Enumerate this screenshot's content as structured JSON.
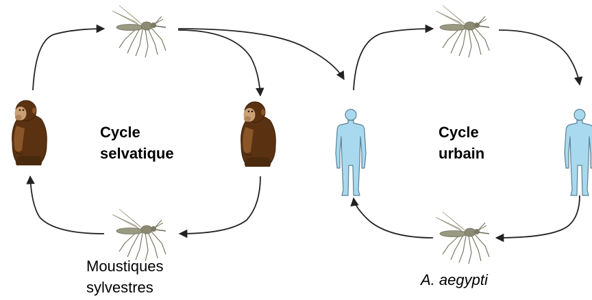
{
  "selvatic": {
    "title_line1": "Cycle",
    "title_line2": "selvatique",
    "caption_line1": "Moustiques",
    "caption_line2": "sylvestres"
  },
  "urban": {
    "title_line1": "Cycle",
    "title_line2": "urbain",
    "caption": "A. aegypti"
  },
  "colors": {
    "human": "#a8d9ef",
    "human_outline": "#5a7f92",
    "monkey_dark": "#5a3212",
    "monkey_mid": "#8a5628",
    "monkey_face": "#caa077",
    "mosquito_body": "#9a9a82",
    "mosquito_wing": "#d6d2bc",
    "arrow": "#222222"
  }
}
